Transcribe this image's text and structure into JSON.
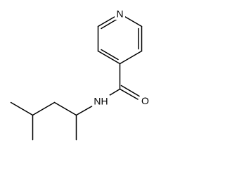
{
  "molecule": {
    "atoms": {
      "nitrogen_ring": "N",
      "oxygen_carbonyl": "O",
      "amide_nh": "NH"
    }
  }
}
